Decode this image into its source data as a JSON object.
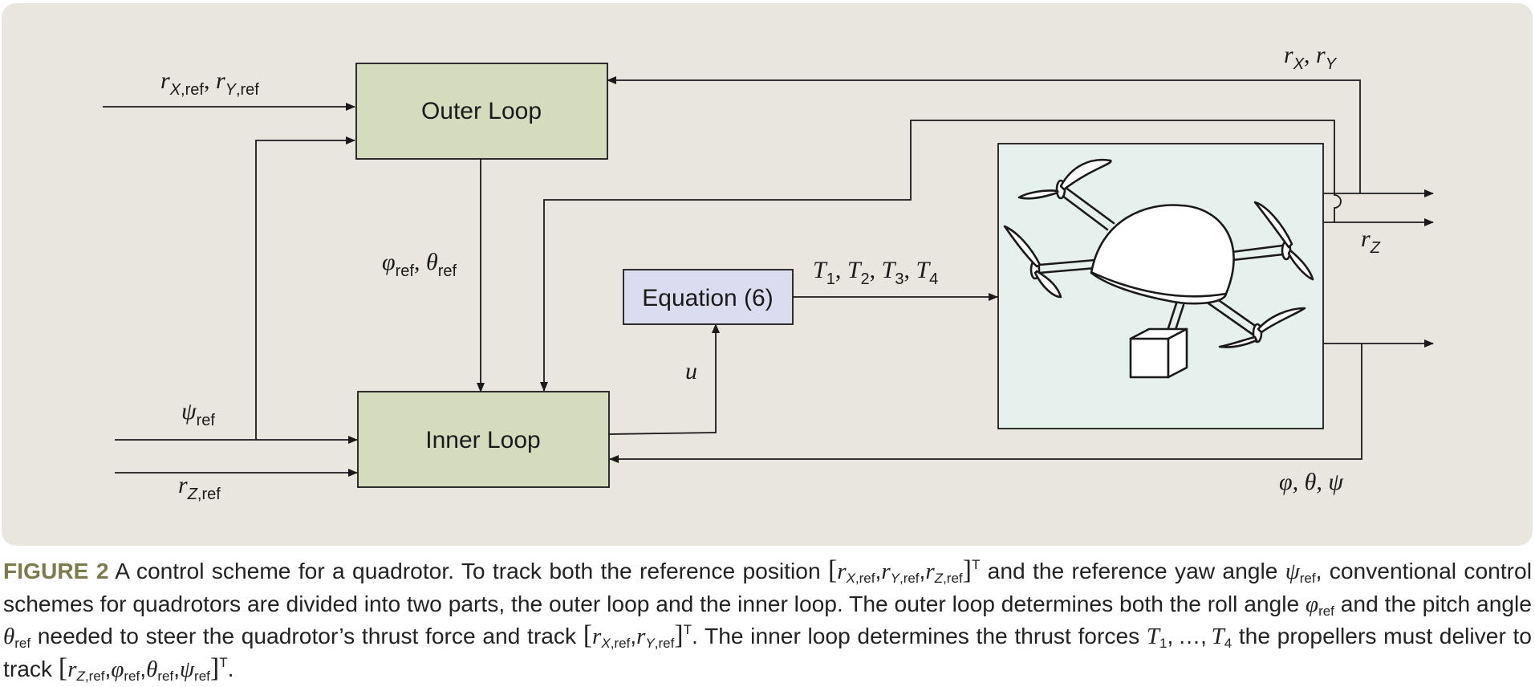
{
  "blocks": {
    "outer_loop": "Outer Loop",
    "inner_loop": "Inner Loop",
    "equation": "Equation (6)"
  },
  "signals": {
    "r_xy_ref": "r_X,ref, r_Y,ref",
    "psi_ref": "ψ_ref",
    "r_z_ref": "r_Z,ref",
    "phi_theta_ref": "φ_ref, θ_ref",
    "u": "u",
    "thrusts": "T_1, T_2, T_3, T_4",
    "r_xy": "r_X, r_Y",
    "r_z": "r_Z",
    "angles": "φ, θ, ψ"
  },
  "caption": {
    "label": "FIGURE 2",
    "text": "A control scheme for a quadrotor. To track both the reference position [r_X,ref, r_Y,ref, r_Z,ref]^T and the reference yaw angle ψ_ref, conventional control schemes for quadrotors are divided into two parts, the outer loop and the inner loop. The outer loop determines both the roll angle φ_ref and the pitch angle θ_ref needed to steer the quadrotor’s thrust force and track [r_X,ref, r_Y,ref]^T. The inner loop determines the thrust forces T_1, …, T_4 the propellers must deliver to track [r_Z,ref, φ_ref, θ_ref, ψ_ref]^T."
  },
  "colors": {
    "panel": "#e9e5df",
    "loop_box": "#d5dcbd",
    "equation_box": "#dcdcf0",
    "plant_box": "#e6f1ee",
    "caption_label": "#7b7b4e"
  }
}
